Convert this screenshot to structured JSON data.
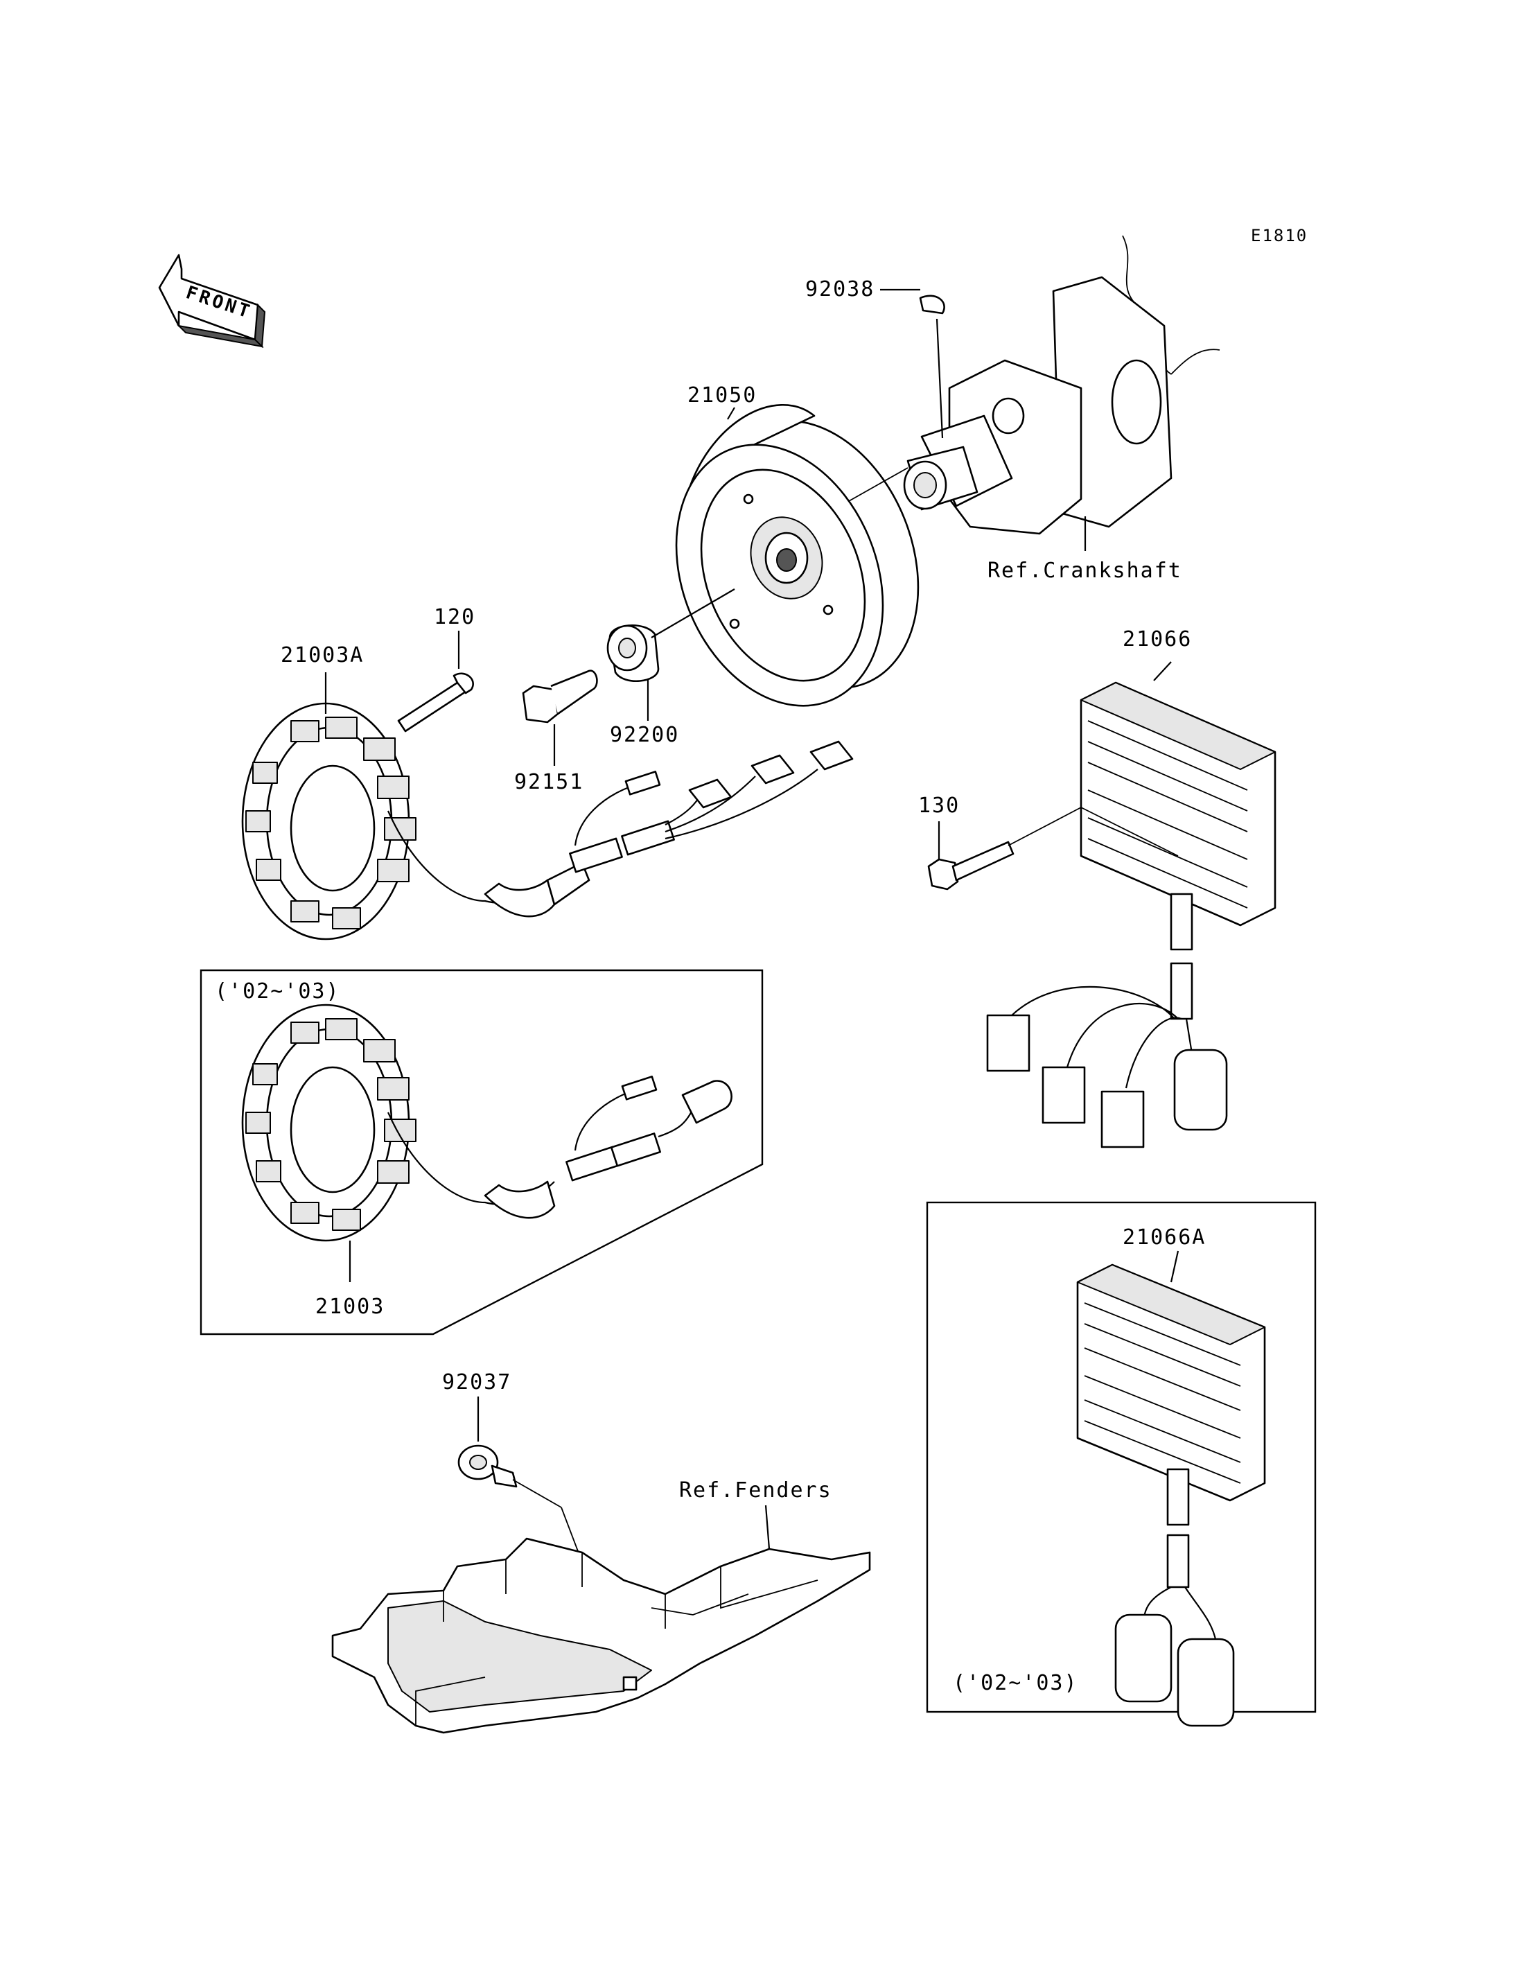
{
  "diagram_code": "E1810",
  "front_arrow": {
    "label": "FRONT",
    "icon": "front-arrow-icon"
  },
  "parts": {
    "p92038": "92038",
    "p21050": "21050",
    "ref_crankshaft": "Ref.Crankshaft",
    "p120": "120",
    "p21003A": "21003A",
    "p92151": "92151",
    "p92200": "92200",
    "p21066": "21066",
    "p130": "130",
    "p21003": "21003",
    "p92037": "92037",
    "ref_fenders": "Ref.Fenders",
    "p21066A": "21066A"
  },
  "inset_stator": {
    "years": "('02~'03)"
  },
  "inset_regulator": {
    "years": "('02~'03)"
  }
}
